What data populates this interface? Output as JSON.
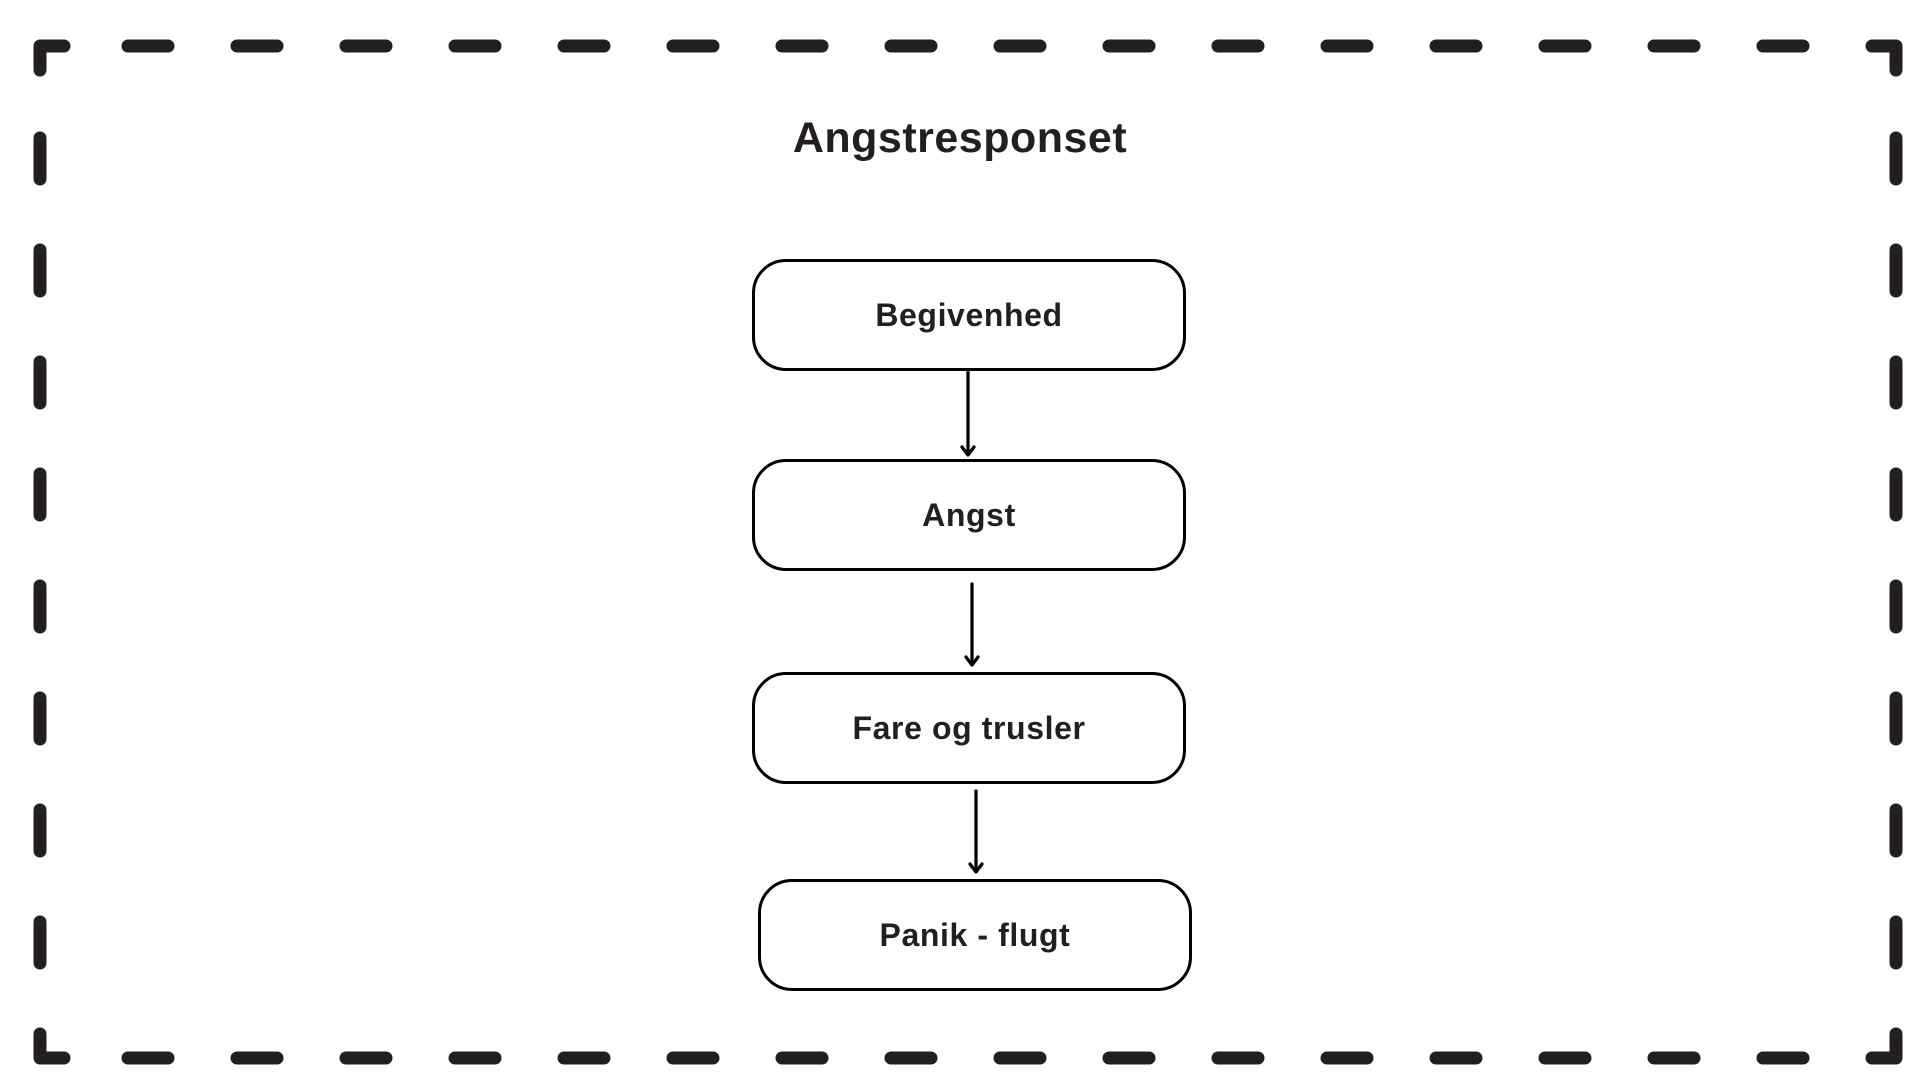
{
  "diagram": {
    "title": "Angstresponset",
    "nodes": [
      {
        "id": "node-1",
        "label": "Begivenhed"
      },
      {
        "id": "node-2",
        "label": "Angst"
      },
      {
        "id": "node-3",
        "label": "Fare og trusler"
      },
      {
        "id": "node-4",
        "label": "Panik - flugt"
      }
    ],
    "edges": [
      {
        "from": "Begivenhed",
        "to": "Angst"
      },
      {
        "from": "Angst",
        "to": "Fare og trusler"
      },
      {
        "from": "Fare og trusler",
        "to": "Panik - flugt"
      }
    ],
    "colors": {
      "border": "#231f20",
      "text": "#231f20",
      "arrow": "#000000",
      "background": "#ffffff"
    }
  }
}
